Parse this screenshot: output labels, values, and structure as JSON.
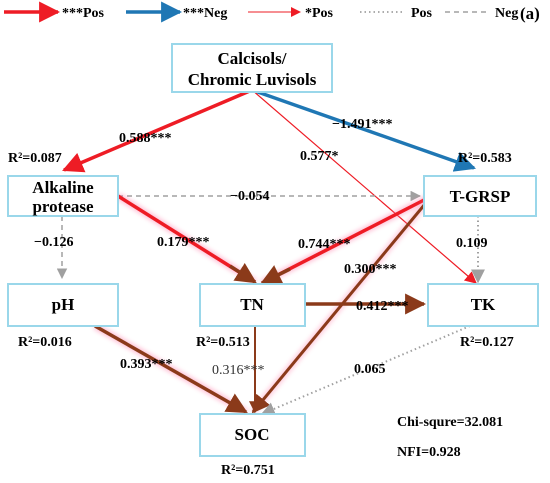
{
  "panel_label": "(a)",
  "legend": [
    {
      "label": "***Pos",
      "style": "pos-strong",
      "color": "#ee1c25"
    },
    {
      "label": "***Neg",
      "style": "neg-strong",
      "color": "#1f77b4"
    },
    {
      "label": "*Pos",
      "style": "pos-weak",
      "color": "#ee1c25"
    },
    {
      "label": "Pos",
      "style": "pos-ns",
      "color": "#a0a0a0"
    },
    {
      "label": "Neg",
      "style": "neg-ns",
      "color": "#a0a0a0"
    }
  ],
  "nodes": {
    "soil_type": {
      "line1": "Calcisols/",
      "line2": "Chromic Luvisols"
    },
    "alkaline_protease": {
      "line1": "Alkaline",
      "line2": "protease",
      "r2": "R²=0.087"
    },
    "t_grsp": {
      "label": "T-GRSP",
      "r2": "R²=0.583"
    },
    "ph": {
      "label": "pH",
      "r2": "R²=0.016"
    },
    "tn": {
      "label": "TN",
      "r2": "R²=0.513"
    },
    "tk": {
      "label": "TK",
      "r2": "R²=0.127"
    },
    "soc": {
      "label": "SOC",
      "r2": "R²=0.751"
    }
  },
  "paths": {
    "soil_to_ap": "0.588***",
    "soil_to_tgrsp": "−1.491***",
    "soil_to_tk": "0.577*",
    "ap_to_tgrsp": "−0.054",
    "ap_to_ph": "−0.126",
    "ap_to_tn": "0.179***",
    "tgrsp_to_tn": "0.744***",
    "tgrsp_to_soc": "0.300***",
    "tgrsp_to_tk": "0.109",
    "tn_to_tk": "0.412***",
    "tn_to_soc": "0.316***",
    "ph_to_soc": "0.393***",
    "tk_to_soc": "0.065"
  },
  "fit": {
    "chi_square": "Chi-squre=32.081",
    "nfi": "NFI=0.928"
  },
  "colors": {
    "positive": "#ee1c25",
    "negative": "#1f77b4",
    "nonsignificant": "#a0a0a0",
    "to_soc": "#8b3a1a",
    "node_border": "#9ad7ea"
  }
}
